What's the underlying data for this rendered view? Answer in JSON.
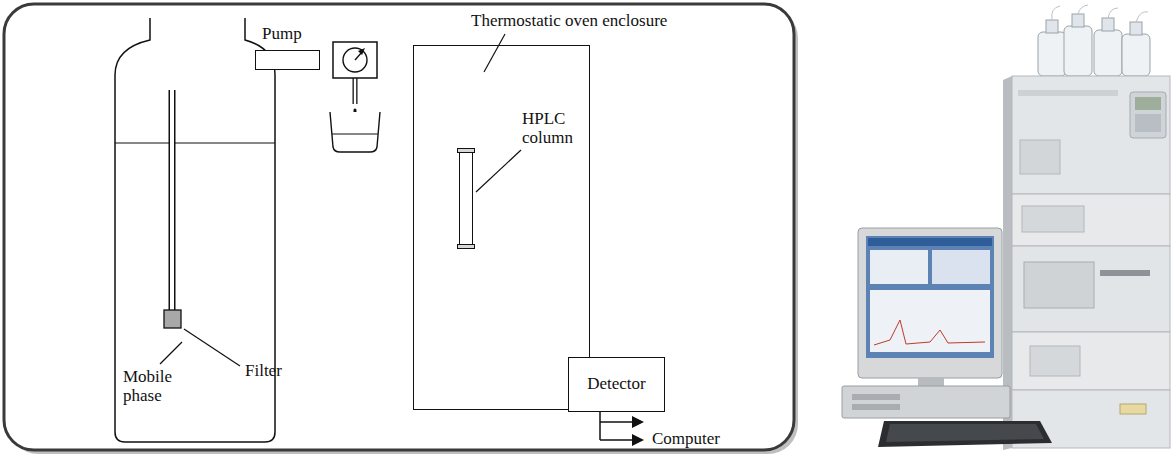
{
  "diagram": {
    "nodes": [
      {
        "text": [
          "Mobile phase"
        ]
      },
      {
        "text": [
          "Pump"
        ]
      },
      {
        "text": [
          "Thermostatic oven enclosure"
        ]
      },
      {
        "text": [
          "HPLC column"
        ],
        "in": 2
      },
      {
        "text": [
          "Detector"
        ]
      }
    ],
    "edges": [
      {
        "from": 0,
        "to": 1,
        "arrow": "none"
      },
      {
        "from": 1,
        "to": 3,
        "arrow": "none"
      },
      {
        "from": 3,
        "to": 4,
        "arrow": "none"
      }
    ],
    "labels": [
      "Filter",
      "Computer"
    ]
  }
}
